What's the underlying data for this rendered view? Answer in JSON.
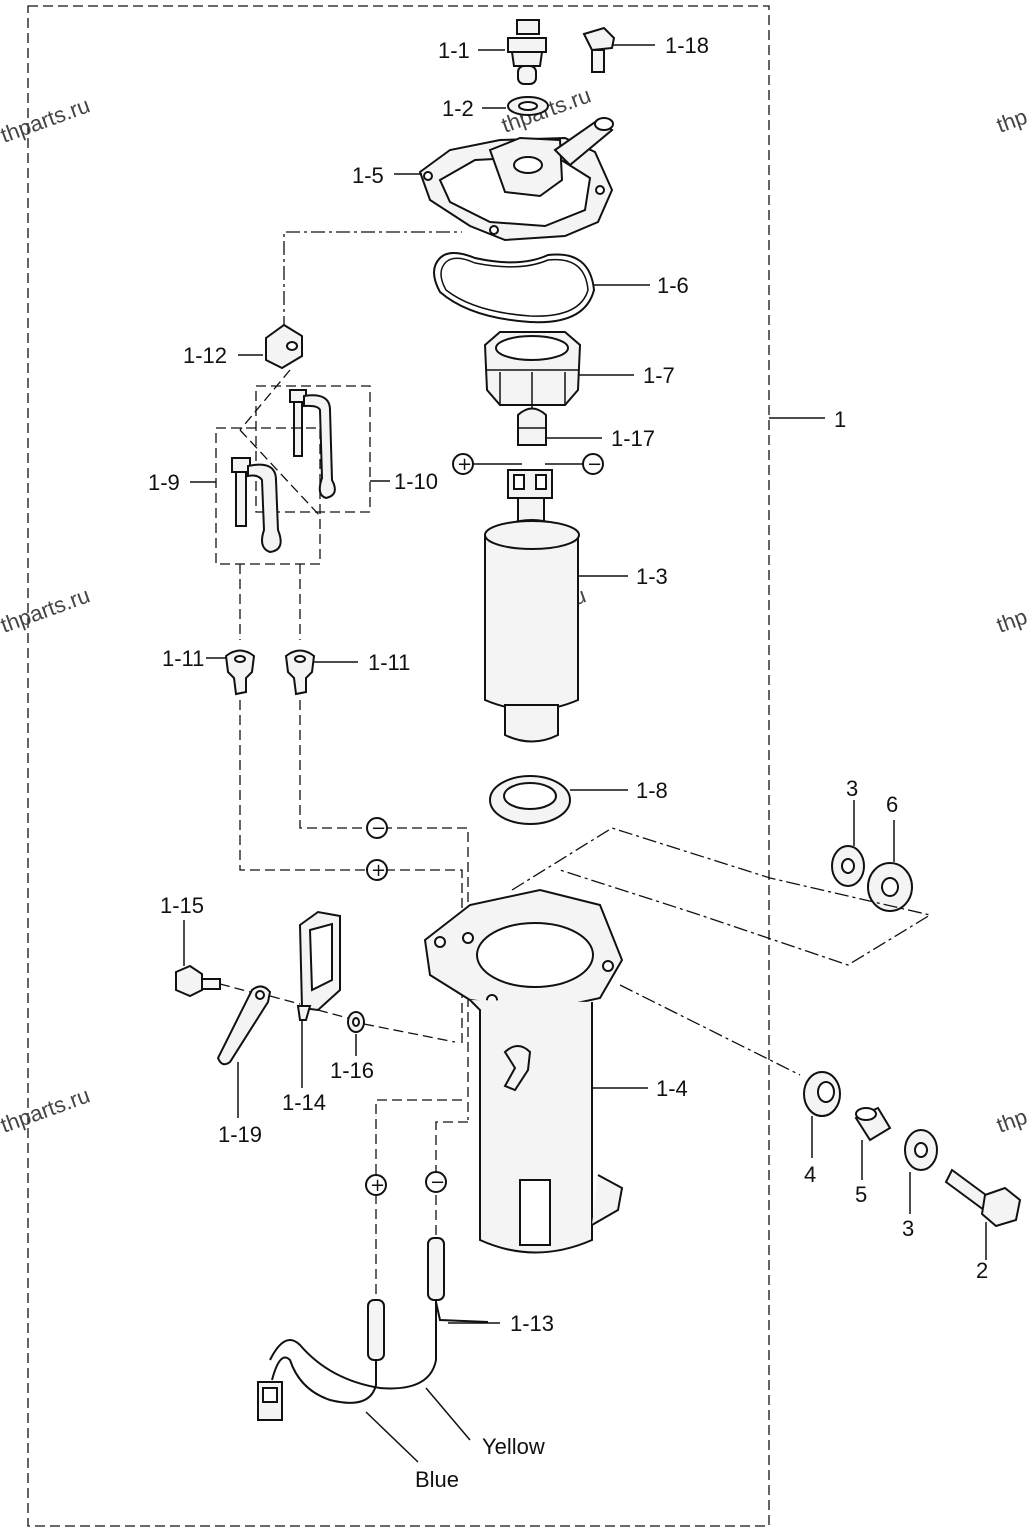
{
  "diagram": {
    "watermark_text": "thparts.ru",
    "polarity": {
      "plus": "+",
      "minus": "−"
    },
    "labels": {
      "p1_1": "1-1",
      "p1_18": "1-18",
      "p1_2": "1-2",
      "p1_5": "1-5",
      "p1_6": "1-6",
      "p1_12": "1-12",
      "p1_7": "1-7",
      "p1": "1",
      "p1_17": "1-17",
      "p1_9": "1-9",
      "p1_10": "1-10",
      "p1_3": "1-3",
      "p1_11_left": "1-11",
      "p1_11_right": "1-11",
      "p1_8": "1-8",
      "p3_top": "3",
      "p6": "6",
      "p1_15": "1-15",
      "p1_16": "1-16",
      "p1_14": "1-14",
      "p1_19": "1-19",
      "p1_4": "1-4",
      "p4": "4",
      "p5": "5",
      "p3_bottom": "3",
      "p2": "2",
      "p1_13": "1-13",
      "yellow": "Yellow",
      "blue": "Blue"
    }
  }
}
